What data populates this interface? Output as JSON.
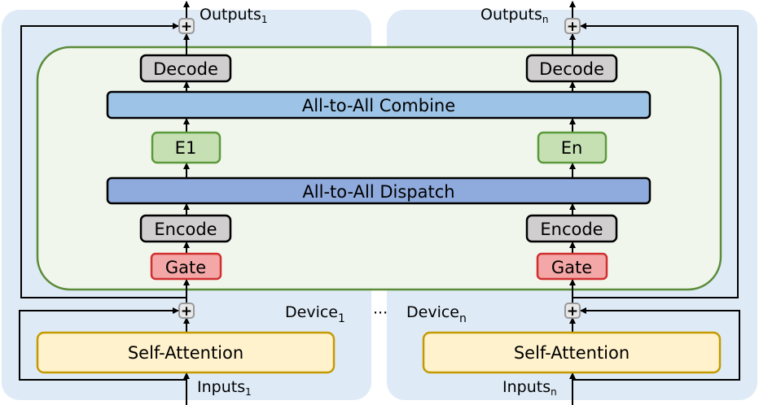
{
  "labels": {
    "outputs_1": "Outputs",
    "outputs_1_sub": "1",
    "outputs_n": "Outputs",
    "outputs_n_sub": "n",
    "inputs_1": "Inputs",
    "inputs_1_sub": "1",
    "inputs_n": "Inputs",
    "inputs_n_sub": "n",
    "device_1": "Device",
    "device_1_sub": "1",
    "ellipsis": "···",
    "device_n": "Device",
    "device_n_sub": "n",
    "decode": "Decode",
    "combine": "All-to-All Combine",
    "e1": "E1",
    "en": "En",
    "dispatch": "All-to-All Dispatch",
    "encode": "Encode",
    "gate": "Gate",
    "self_attention": "Self-Attention",
    "plus": "+"
  },
  "colors": {
    "device_bg": "#deeaf6",
    "moe_bg": "#f1f6ec",
    "moe_border": "#5b8c3a",
    "combine": "#9dc3e6",
    "dispatch": "#8faadc",
    "expert": "#c6e0b4",
    "gate": "#f4a7a7",
    "coder": "#d0cece",
    "attention": "#fff2cc"
  }
}
